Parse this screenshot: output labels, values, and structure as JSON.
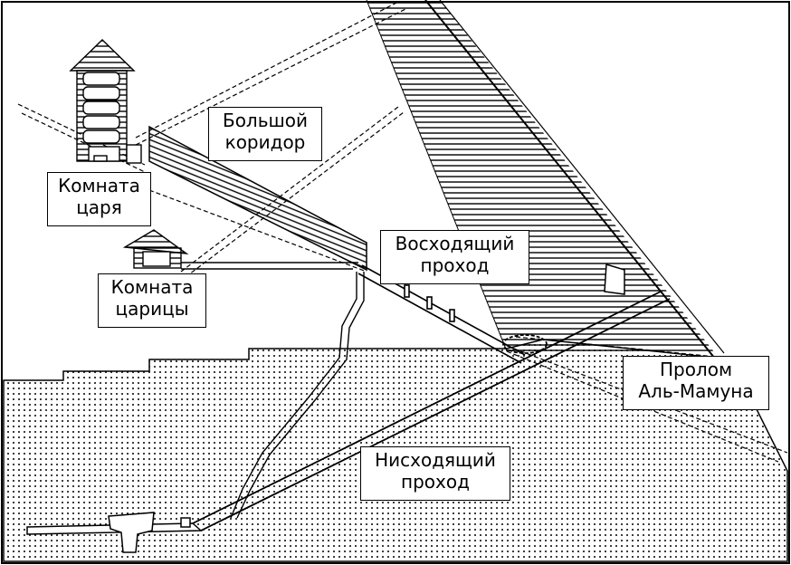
{
  "labels": {
    "grand_gallery": {
      "line1": "Большой",
      "line2": "коридор"
    },
    "kings_chamber": {
      "line1": "Комната",
      "line2": "царя"
    },
    "ascending_passage": {
      "line1": "Восходящий",
      "line2": "проход"
    },
    "queens_chamber": {
      "line1": "Комната",
      "line2": "царицы"
    },
    "al_mamun_breach": {
      "line1": "Пролом",
      "line2": "Аль-Мамуна"
    },
    "descending_passage": {
      "line1": "Нисходящий",
      "line2": "проход"
    }
  },
  "colors": {
    "ink": "#000000",
    "paper": "#ffffff"
  }
}
